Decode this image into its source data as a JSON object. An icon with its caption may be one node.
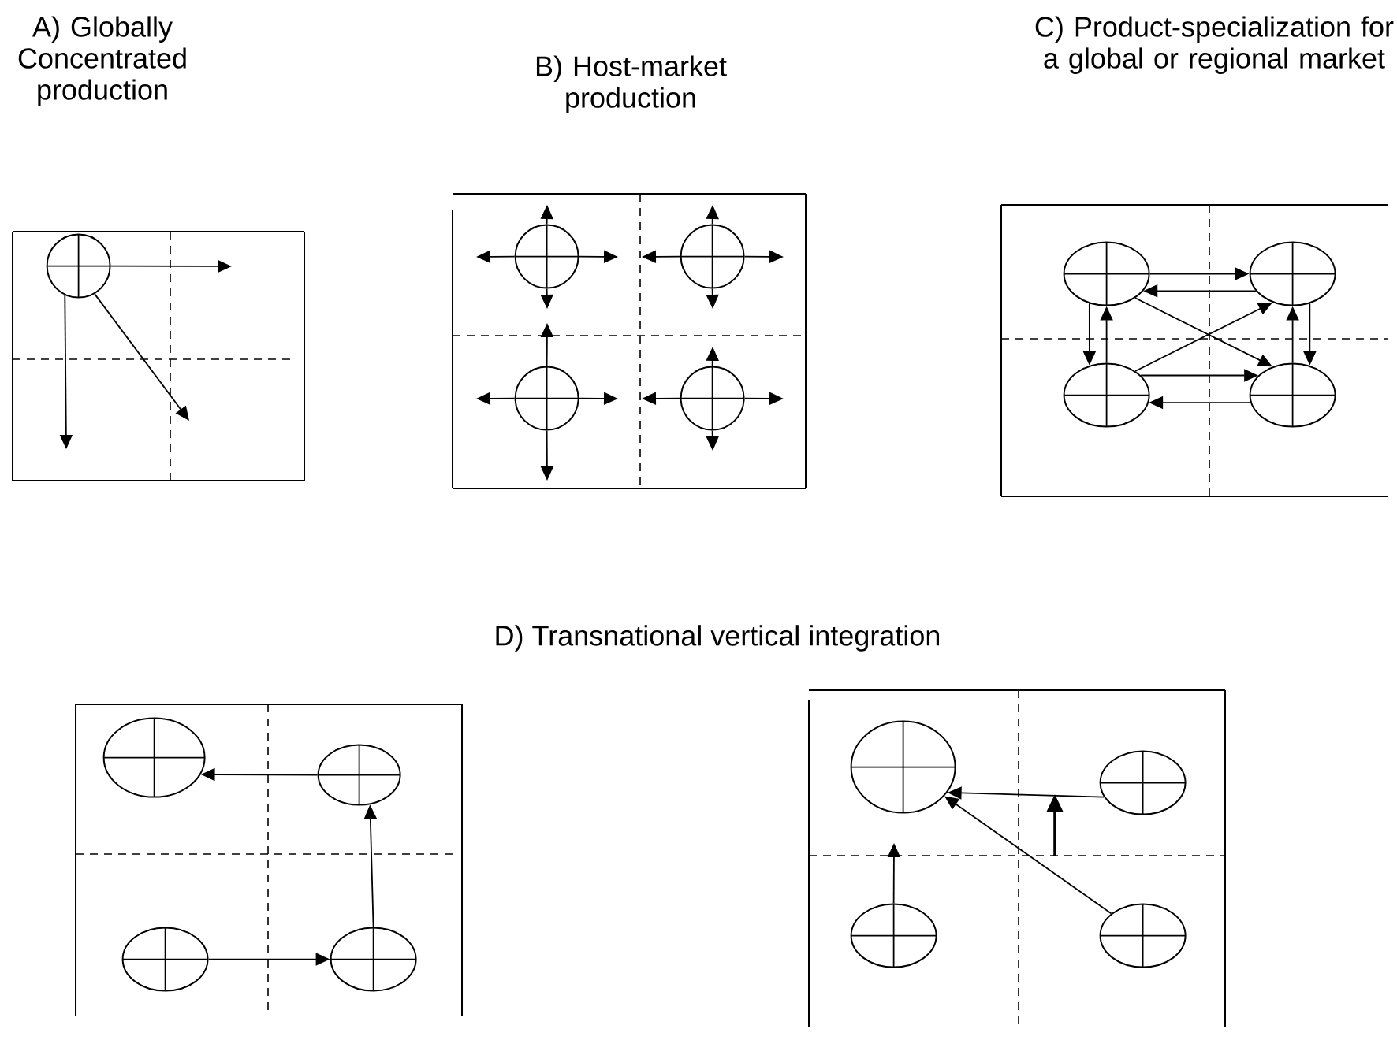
{
  "diagram": {
    "nodes": [
      {
        "text": [
          "A) Globally Concentrated production"
        ]
      },
      {
        "text": [],
        "shape": "circle",
        "in": 0
      },
      {
        "text": [
          "B) Host-market production"
        ]
      },
      {
        "text": [],
        "shape": "circle",
        "in": 2
      },
      {
        "text": [],
        "shape": "circle",
        "in": 2
      },
      {
        "text": [],
        "shape": "circle",
        "in": 2
      },
      {
        "text": [],
        "shape": "circle",
        "in": 2
      },
      {
        "text": [
          "C) Product-specialization for a global or regional market"
        ]
      },
      {
        "text": [],
        "shape": "circle",
        "in": 7
      },
      {
        "text": [],
        "shape": "circle",
        "in": 7
      },
      {
        "text": [],
        "shape": "circle",
        "in": 7
      },
      {
        "text": [],
        "shape": "circle",
        "in": 7
      },
      {
        "text": [],
        "shape": "box"
      },
      {
        "text": [],
        "shape": "circle",
        "in": 12
      },
      {
        "text": [],
        "shape": "circle",
        "in": 12
      },
      {
        "text": [],
        "shape": "circle",
        "in": 12
      },
      {
        "text": [],
        "shape": "circle",
        "in": 12
      },
      {
        "text": [],
        "shape": "box"
      },
      {
        "text": [],
        "shape": "circle",
        "in": 17
      },
      {
        "text": [],
        "shape": "circle",
        "in": 17
      },
      {
        "text": [],
        "shape": "circle",
        "in": 17
      },
      {
        "text": [],
        "shape": "circle",
        "in": 17
      }
    ],
    "edges": [
      {
        "from": 1,
        "to": null,
        "arrow": "to"
      },
      {
        "from": 1,
        "to": null,
        "arrow": "to"
      },
      {
        "from": 1,
        "to": null,
        "arrow": "to"
      },
      {
        "from": 3,
        "to": null,
        "arrow": "to"
      },
      {
        "from": 3,
        "to": null,
        "arrow": "to"
      },
      {
        "from": 3,
        "to": null,
        "arrow": "to"
      },
      {
        "from": 3,
        "to": null,
        "arrow": "to"
      },
      {
        "from": 4,
        "to": null,
        "arrow": "to"
      },
      {
        "from": 4,
        "to": null,
        "arrow": "to"
      },
      {
        "from": 4,
        "to": null,
        "arrow": "to"
      },
      {
        "from": 4,
        "to": null,
        "arrow": "to"
      },
      {
        "from": 5,
        "to": null,
        "arrow": "to"
      },
      {
        "from": 5,
        "to": null,
        "arrow": "to"
      },
      {
        "from": 5,
        "to": null,
        "arrow": "to"
      },
      {
        "from": 5,
        "to": null,
        "arrow": "to"
      },
      {
        "from": 6,
        "to": null,
        "arrow": "to"
      },
      {
        "from": 6,
        "to": null,
        "arrow": "to"
      },
      {
        "from": 6,
        "to": null,
        "arrow": "to"
      },
      {
        "from": 6,
        "to": null,
        "arrow": "to"
      },
      {
        "from": 8,
        "to": 9,
        "arrow": "to"
      },
      {
        "from": 9,
        "to": 8,
        "arrow": "to"
      },
      {
        "from": 8,
        "to": 10,
        "arrow": "to"
      },
      {
        "from": 10,
        "to": 8,
        "arrow": "to"
      },
      {
        "from": 9,
        "to": 11,
        "arrow": "to"
      },
      {
        "from": 11,
        "to": 9,
        "arrow": "to"
      },
      {
        "from": 10,
        "to": 11,
        "arrow": "to"
      },
      {
        "from": 11,
        "to": 10,
        "arrow": "to"
      },
      {
        "from": 8,
        "to": 11,
        "arrow": "to"
      },
      {
        "from": 10,
        "to": 9,
        "arrow": "to"
      },
      {
        "from": 14,
        "to": 13,
        "arrow": "to"
      },
      {
        "from": 15,
        "to": 16,
        "arrow": "to"
      },
      {
        "from": 16,
        "to": 14,
        "arrow": "to"
      },
      {
        "from": 19,
        "to": 18,
        "arrow": "to"
      },
      {
        "from": 20,
        "to": null,
        "arrow": "to"
      },
      {
        "from": 21,
        "to": 18,
        "arrow": "to"
      }
    ],
    "labels": [
      "D) Transnational vertical integration"
    ]
  }
}
